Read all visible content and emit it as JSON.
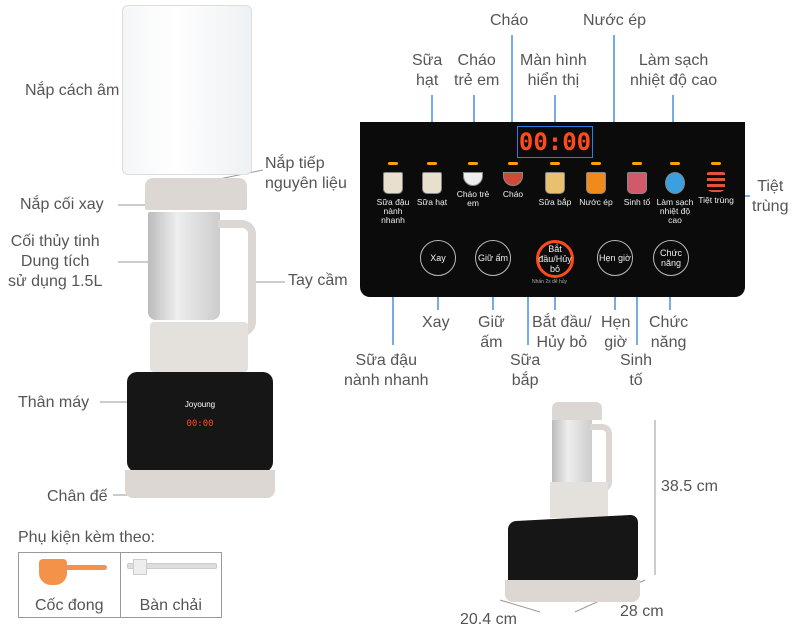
{
  "left_labels": {
    "nap_cach_am": "Nắp cách âm",
    "nap_tiep": "Nắp tiếp\nnguyên liệu",
    "nap_coi": "Nắp cối xay",
    "coi_thuy_tinh": "Cối thủy tinh\nDung tích\nsử dụng 1.5L",
    "tay_cam": "Tay cầm",
    "than_may": "Thân máy",
    "chan_de": "Chân đế",
    "brand": "Joyoung"
  },
  "panel": {
    "display": "00:00",
    "modes": [
      "Sữa đậu nành nhanh",
      "Sữa hạt",
      "Cháo trẻ em",
      "Cháo",
      "Sữa bắp",
      "Nước ép",
      "Sinh tố",
      "Làm sạch nhiệt độ cao",
      "Tiệt trùng"
    ],
    "buttons": [
      "Xay",
      "Giữ ấm",
      "Bắt đầu/Hủy bỏ",
      "Hẹn giờ",
      "Chức năng"
    ],
    "hint": "Nhấn 2s để hủy"
  },
  "callouts": {
    "sua_hat": "Sữa\nhạt",
    "chao_tre_em": "Cháo\ntrẻ em",
    "chao": "Cháo",
    "man_hinh": "Màn hình\nhiển thị",
    "nuoc_ep": "Nước ép",
    "lam_sach": "Làm sạch\nnhiệt độ cao",
    "tiet_trung": "Tiệt\ntrùng",
    "sua_dau": "Sữa đậu\nnành nhanh",
    "xay": "Xay",
    "giu_am": "Giữ\nấm",
    "sua_bap": "Sữa\nbắp",
    "bat_dau": "Bắt đầu/\nHủy bỏ",
    "hen_gio": "Hẹn\ngiờ",
    "sinh_to": "Sinh\ntố",
    "chuc_nang": "Chức\nnăng"
  },
  "dimensions": {
    "height": "38.5 cm",
    "depth": "28 cm",
    "width": "20.4 cm"
  },
  "accessories": {
    "title": "Phụ kiện kèm theo:",
    "items": [
      "Cốc đong",
      "Bàn chải"
    ]
  },
  "colors": {
    "callout_line": "#2b7de0",
    "led": "#ffa000",
    "display": "#ff4a1a",
    "start_ring": "#ff4a1a"
  }
}
